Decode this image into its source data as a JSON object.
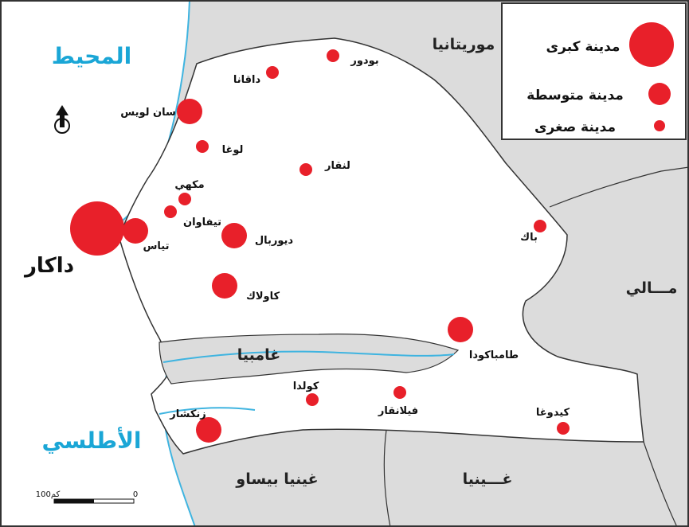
{
  "colors": {
    "city": "#e8202a",
    "ocean_text": "#1aa6d6",
    "neighbor_fill": "#dcdcdc",
    "senegal_fill": "#ffffff",
    "river": "#3fb4e0",
    "border": "#333333"
  },
  "icons": {
    "north": "north-arrow-icon"
  },
  "legend": {
    "items": [
      {
        "size": "large",
        "label": "مدينة كبرى"
      },
      {
        "size": "medium",
        "label": "مدينة متوسطة"
      },
      {
        "size": "small",
        "label": "مدينة صغرى"
      }
    ]
  },
  "oceans": {
    "line1": "المحيط",
    "line2": "الأطلسي"
  },
  "capital": "داكار",
  "countries": {
    "mauritania": "موريتانيا",
    "mali": "مـــالي",
    "gambia": "غامبيا",
    "guinea_bissau": "غينيا بيساو",
    "guinea": "غـــينيا"
  },
  "cities": [
    {
      "id": "dakar",
      "size": "large",
      "label": ""
    },
    {
      "id": "saint-louis",
      "size": "medium",
      "label": "سان لويس"
    },
    {
      "id": "podor",
      "size": "small",
      "label": "بودور"
    },
    {
      "id": "dagana",
      "size": "small",
      "label": "داقانا"
    },
    {
      "id": "louga",
      "size": "small",
      "label": "لوغا"
    },
    {
      "id": "linguere",
      "size": "small",
      "label": "لنقار"
    },
    {
      "id": "mekhe",
      "size": "small",
      "label": "مكهي"
    },
    {
      "id": "tivaouane",
      "size": "small",
      "label": "تيفاوان"
    },
    {
      "id": "thies",
      "size": "medium",
      "label": "تياس"
    },
    {
      "id": "diourbel",
      "size": "medium",
      "label": "ديوربال"
    },
    {
      "id": "kaolack",
      "size": "medium",
      "label": "كاولاك"
    },
    {
      "id": "bakel",
      "size": "small",
      "label": "باك"
    },
    {
      "id": "tambacounda",
      "size": "medium",
      "label": "طامباكودا"
    },
    {
      "id": "kolda",
      "size": "small",
      "label": "كولدا"
    },
    {
      "id": "velingara",
      "size": "small",
      "label": "فيلانقار"
    },
    {
      "id": "kedougou",
      "size": "small",
      "label": "كيدوغا"
    },
    {
      "id": "ziguinchor",
      "size": "medium",
      "label": "زنكشار"
    }
  ],
  "scale": {
    "zero": "0",
    "max": "100كم"
  }
}
